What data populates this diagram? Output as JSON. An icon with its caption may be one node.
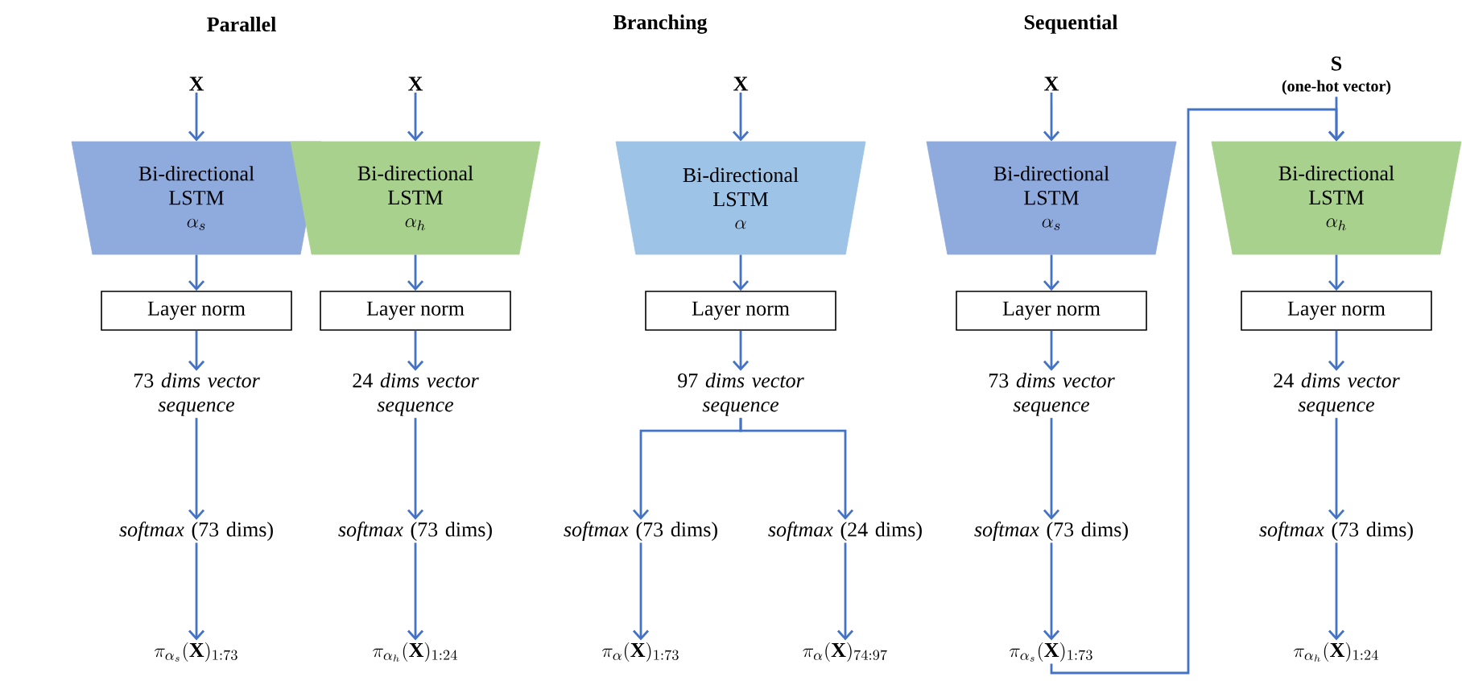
{
  "diagram": {
    "nodes": [
      {
        "text": [
          "X"
        ]
      },
      {
        "text": [
          "Bi-directional LSTM",
          "\\alpha_s"
        ]
      },
      {
        "text": [
          "Layer norm"
        ]
      },
      {
        "text": [
          "73 *dims vector sequence*"
        ]
      },
      {
        "text": [
          "*softmax* (73 dims)"
        ]
      },
      {
        "text": [
          "\\pi_{\\alpha_s}(\\mathbf{X})_{1:73}"
        ]
      },
      {
        "text": [
          "X"
        ]
      },
      {
        "text": [
          "Bi-directional LSTM",
          "\\alpha_h"
        ]
      },
      {
        "text": [
          "Layer norm"
        ]
      },
      {
        "text": [
          "24 *dims vector sequence*"
        ]
      },
      {
        "text": [
          "*softmax* (73 dims)"
        ]
      },
      {
        "text": [
          "\\pi_{\\alpha_h}(\\mathbf{X})_{1:24}"
        ]
      },
      {
        "text": [
          "X"
        ]
      },
      {
        "text": [
          "Bi-directional LSTM",
          "\\alpha"
        ]
      },
      {
        "text": [
          "Layer norm"
        ]
      },
      {
        "text": [
          "97 *dims vector sequence*"
        ]
      },
      {
        "text": [
          "*softmax* (73 dims)"
        ]
      },
      {
        "text": [
          "*softmax* (24 dims)"
        ]
      },
      {
        "text": [
          "\\pi_{\\alpha}(\\mathbf{X})_{1:73}"
        ]
      },
      {
        "text": [
          "\\pi_{\\alpha}(\\mathbf{X})_{74:97}"
        ]
      },
      {
        "text": [
          "X"
        ]
      },
      {
        "text": [
          "Bi-directional LSTM",
          "\\alpha_s"
        ]
      },
      {
        "text": [
          "Layer norm"
        ]
      },
      {
        "text": [
          "73 *dims vector sequence*"
        ]
      },
      {
        "text": [
          "*softmax* (73 dims)"
        ]
      },
      {
        "text": [
          "\\pi_{\\alpha_s}(\\mathbf{X})_{1:73}"
        ]
      },
      {
        "text": [
          "S",
          "(one-hot vector)"
        ]
      },
      {
        "text": [
          "Bi-directional LSTM",
          "\\alpha_h"
        ]
      },
      {
        "text": [
          "Layer norm"
        ]
      },
      {
        "text": [
          "24 *dims vector sequence*"
        ]
      },
      {
        "text": [
          "*softmax* (73 dims)"
        ]
      },
      {
        "text": [
          "\\pi_{\\alpha_h}(\\mathbf{X})_{1:24}"
        ]
      }
    ],
    "edges": [
      {
        "from": 0,
        "to": 1,
        "arrow": "to"
      },
      {
        "from": 1,
        "to": 2,
        "arrow": "to"
      },
      {
        "from": 2,
        "to": 3,
        "arrow": "to"
      },
      {
        "from": 3,
        "to": 4,
        "arrow": "to"
      },
      {
        "from": 4,
        "to": 5,
        "arrow": "to"
      },
      {
        "from": 6,
        "to": 7,
        "arrow": "to"
      },
      {
        "from": 7,
        "to": 8,
        "arrow": "to"
      },
      {
        "from": 8,
        "to": 9,
        "arrow": "to"
      },
      {
        "from": 9,
        "to": 10,
        "arrow": "to"
      },
      {
        "from": 10,
        "to": 11,
        "arrow": "to"
      },
      {
        "from": 12,
        "to": 13,
        "arrow": "to"
      },
      {
        "from": 13,
        "to": 14,
        "arrow": "to"
      },
      {
        "from": 14,
        "to": 15,
        "arrow": "to"
      },
      {
        "from": 15,
        "to": 16,
        "arrow": "to"
      },
      {
        "from": 15,
        "to": 17,
        "arrow": "to"
      },
      {
        "from": 16,
        "to": 18,
        "arrow": "to"
      },
      {
        "from": 17,
        "to": 19,
        "arrow": "to"
      },
      {
        "from": 20,
        "to": 21,
        "arrow": "to"
      },
      {
        "from": 21,
        "to": 22,
        "arrow": "to"
      },
      {
        "from": 22,
        "to": 23,
        "arrow": "to"
      },
      {
        "from": 23,
        "to": 24,
        "arrow": "to"
      },
      {
        "from": 24,
        "to": 25,
        "arrow": "to"
      },
      {
        "from": 25,
        "to": 27,
        "arrow": "to"
      },
      {
        "from": 26,
        "to": 27,
        "arrow": "to"
      },
      {
        "from": 27,
        "to": 28,
        "arrow": "to"
      },
      {
        "from": 28,
        "to": 29,
        "arrow": "to"
      },
      {
        "from": 29,
        "to": 30,
        "arrow": "to"
      },
      {
        "from": 30,
        "to": 31,
        "arrow": "to"
      }
    ],
    "labels": [
      "Parallel",
      "Branching",
      "Sequential"
    ]
  }
}
